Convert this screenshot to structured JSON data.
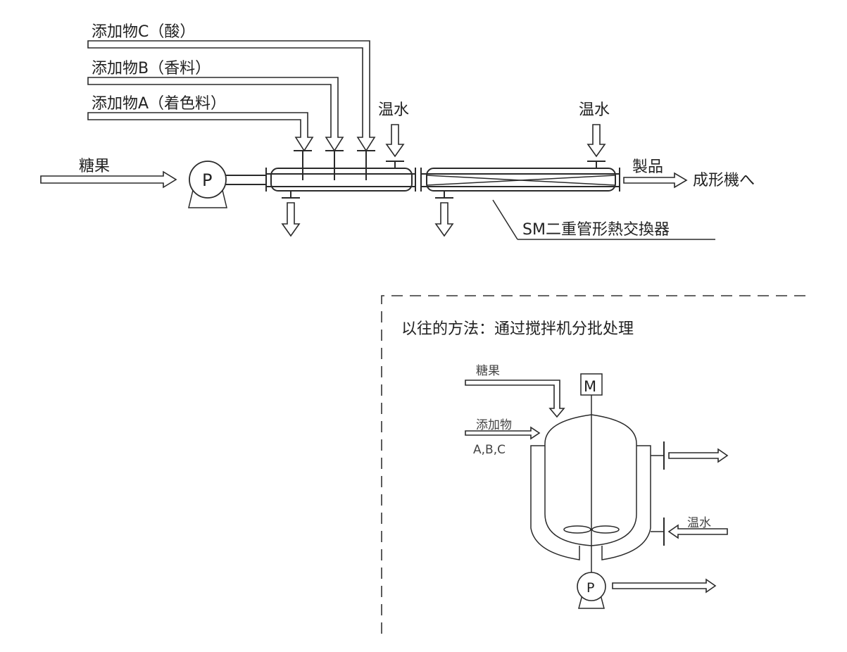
{
  "continuous_process": {
    "additives": [
      {
        "label": "添加物C（酸）"
      },
      {
        "label": "添加物B（香料）"
      },
      {
        "label": "添加物A（着色料）"
      }
    ],
    "feed_label": "糖果",
    "pump_symbol": "P",
    "hot_water_inlet_1": "温水",
    "hot_water_inlet_2": "温水",
    "product_label": "製品",
    "destination_label": "成形機へ",
    "exchanger_label": "SM二重管形熱交換器"
  },
  "conventional_process": {
    "title": "以往的方法：通过搅拌机分批处理",
    "feed_label": "糖果",
    "additive_label": "添加物",
    "additive_types": "A,B,C",
    "motor_symbol": "M",
    "hot_water_label": "温水",
    "pump_symbol": "P"
  }
}
